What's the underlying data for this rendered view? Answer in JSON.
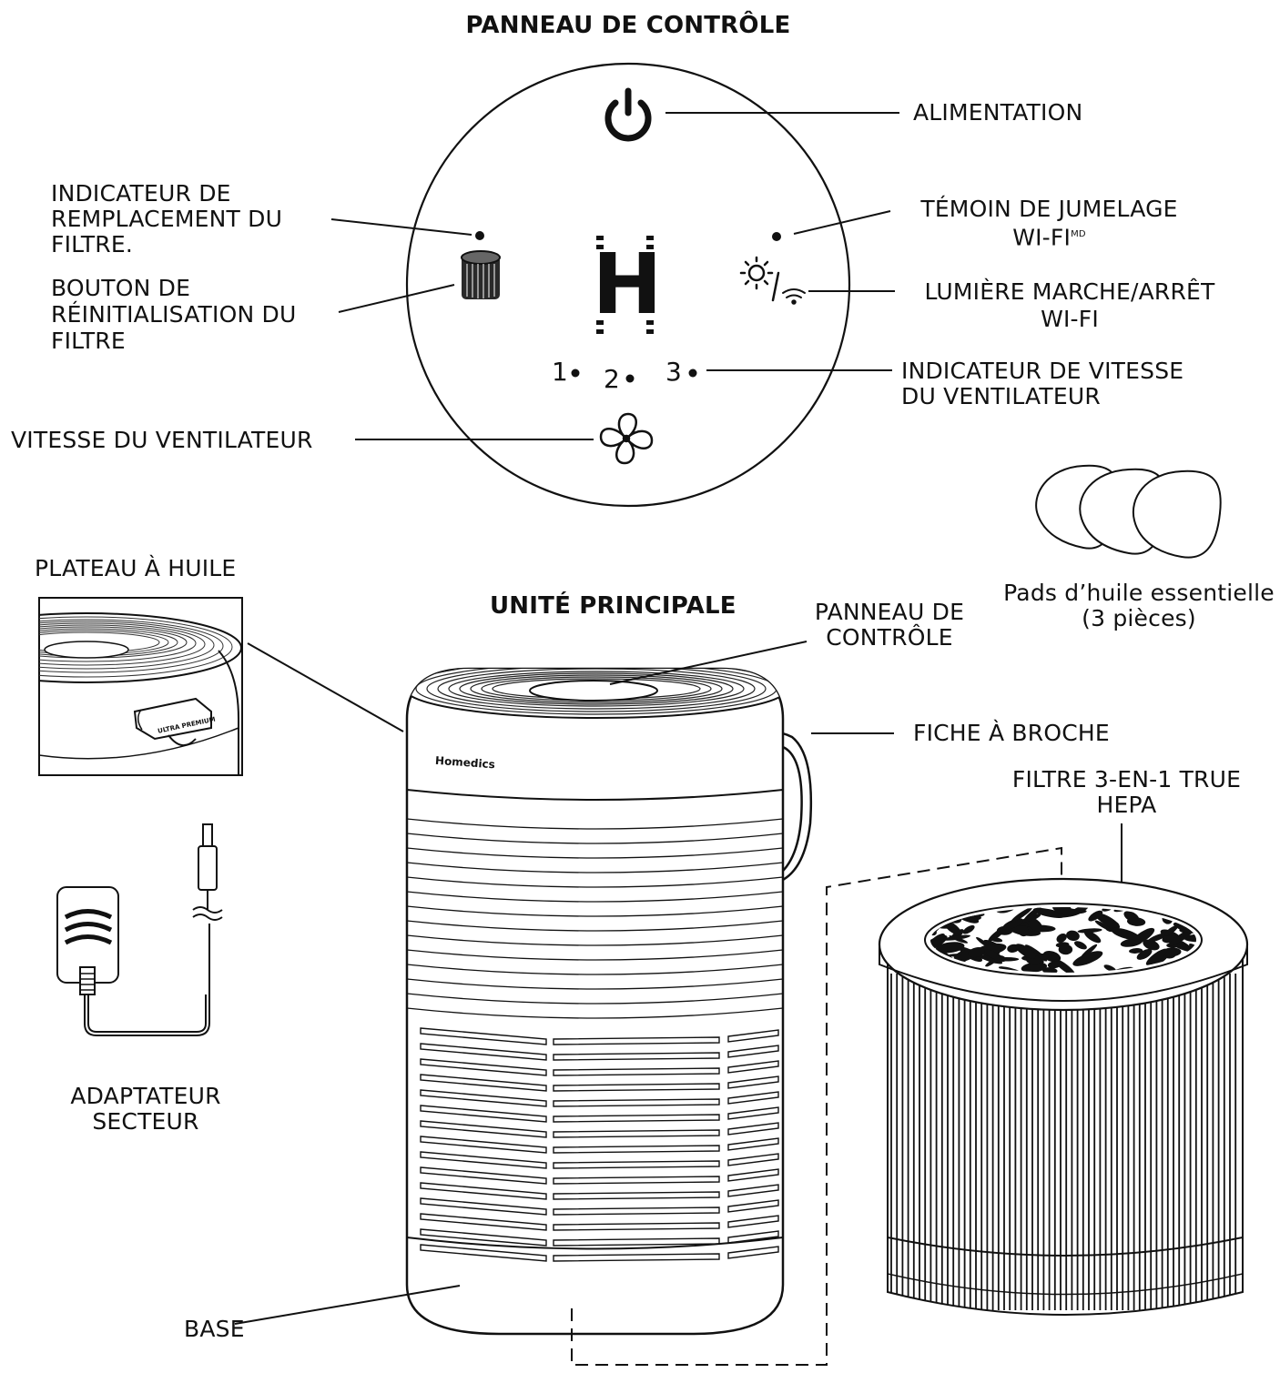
{
  "titles": {
    "control_panel": "PANNEAU DE CONTRÔLE",
    "main_unit": "UNITÉ PRINCIPALE"
  },
  "labels": {
    "power": "ALIMENTATION",
    "filter_indicator": [
      "INDICATEUR DE",
      "REMPLACEMENT DU",
      "FILTRE."
    ],
    "filter_reset": [
      "BOUTON DE",
      "RÉINITIALISATION DU",
      "FILTRE"
    ],
    "wifi_pairing": [
      "TÉMOIN DE JUMELAGE",
      "WI-FI"
    ],
    "wifi_pairing_sup": "MD",
    "wifi_light": [
      "LUMIÈRE MARCHE/ARRÊT",
      "WI-FI"
    ],
    "fan_speed_indicator": [
      "INDICATEUR DE VITESSE",
      "DU VENTILATEUR"
    ],
    "fan_speed": "VITESSE DU VENTILATEUR",
    "oil_tray": "PLATEAU À HUILE",
    "oil_pads": [
      "Pads d’huile essentielle",
      "(3 pièces)"
    ],
    "panel_ref": [
      "PANNEAU DE",
      "CONTRÔLE"
    ],
    "pin_plug": "FICHE À BROCHE",
    "hepa_filter": [
      "FILTRE 3-EN-1 TRUE",
      "HEPA"
    ],
    "adapter": [
      "ADAPTATEUR",
      "SECTEUR"
    ],
    "base": "BASE"
  },
  "panel": {
    "display_glyph": "H",
    "speeds": [
      "1",
      "2",
      "3"
    ]
  },
  "product": {
    "brand": "Homedics",
    "tray_tag": "ULTRA PREMIUM"
  },
  "colors": {
    "ink": "#111111",
    "background": "#ffffff"
  }
}
